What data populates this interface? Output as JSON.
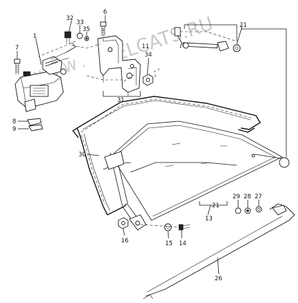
{
  "watermark": "ELCATS.RU",
  "callouts": {
    "c1": "1",
    "c6": "6",
    "c7": "7",
    "c8": "8",
    "c9": "9",
    "c11": "11",
    "c13": "13",
    "c14": "14",
    "c15": "15",
    "c16": "16",
    "c21a": "21",
    "c21b": "21",
    "c26": "26",
    "c27": "27",
    "c28": "28",
    "c29": "29",
    "c30": "30",
    "c31": "31",
    "c32": "32",
    "c33": "33",
    "c34": "34",
    "c35": "35"
  }
}
